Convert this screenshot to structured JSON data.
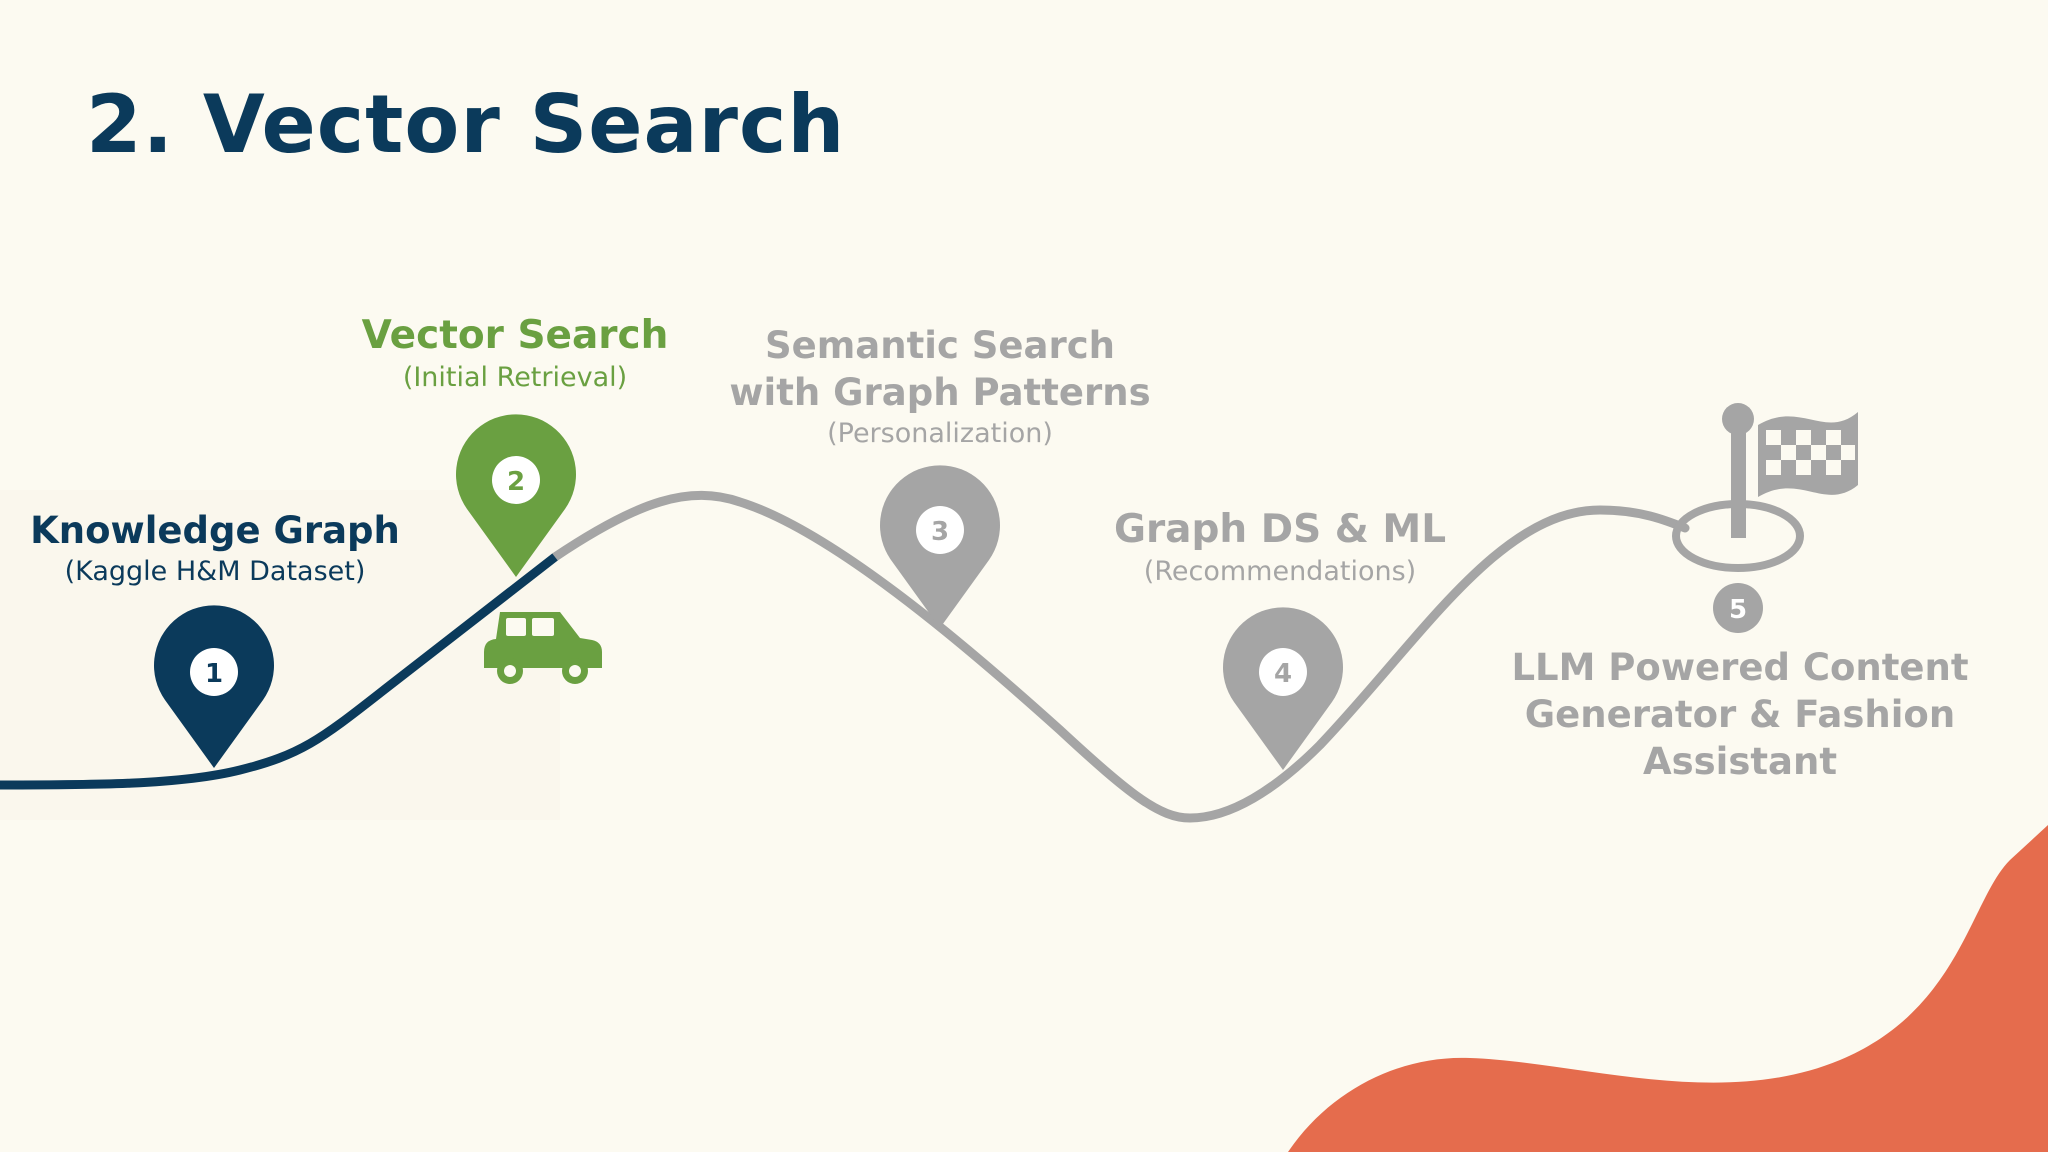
{
  "title": "2. Vector Search",
  "milestones": [
    {
      "number": "1",
      "label": "Knowledge Graph",
      "sublabel": "(Kaggle H&M Dataset)",
      "state": "completed",
      "color": "#0b3a5b"
    },
    {
      "number": "2",
      "label": "Vector Search",
      "sublabel": "(Initial Retrieval)",
      "state": "current",
      "color": "#6aa041"
    },
    {
      "number": "3",
      "label": "Semantic Search with Graph Patterns",
      "sublabel": "(Personalization)",
      "state": "upcoming",
      "color": "#a5a5a5"
    },
    {
      "number": "4",
      "label": "Graph DS & ML",
      "sublabel": "(Recommendations)",
      "state": "upcoming",
      "color": "#a5a5a5"
    },
    {
      "number": "5",
      "label": "LLM Powered Content Generator & Fashion Assistant",
      "sublabel": "",
      "state": "upcoming",
      "color": "#a5a5a5"
    }
  ],
  "icons": {
    "current_position": "car-icon",
    "finish": "checkered-flag-icon"
  },
  "colors": {
    "background": "#fcfaf1",
    "completed": "#0b3a5b",
    "current": "#6aa041",
    "upcoming": "#a5a5a5",
    "accent_blob": "#e56c4d"
  }
}
